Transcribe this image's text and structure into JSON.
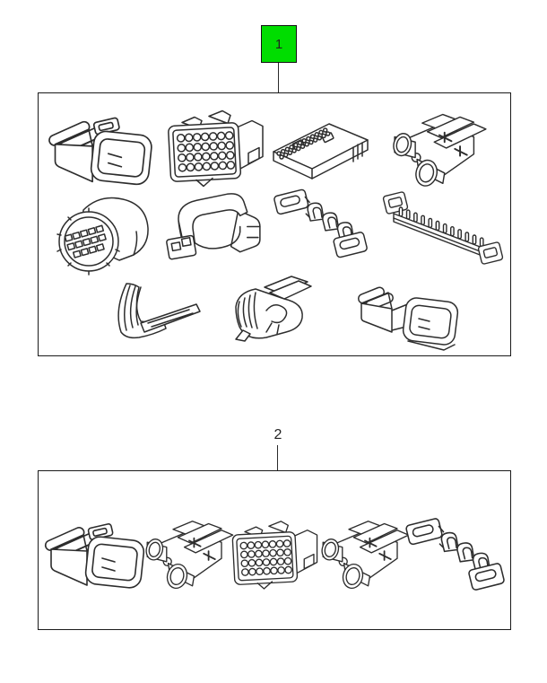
{
  "callouts": [
    {
      "label": "1",
      "style": "boxed-highlighted",
      "box_color": "#00dd00"
    },
    {
      "label": "2",
      "style": "plain"
    }
  ],
  "groups": [
    {
      "name": "parts-group-1",
      "items": [
        {
          "name": "connector-3way-plug"
        },
        {
          "name": "connector-24way-block"
        },
        {
          "name": "connector-26way-header"
        },
        {
          "name": "connector-twin-barrel"
        },
        {
          "name": "connector-round-multipin"
        },
        {
          "name": "connector-2way-hooded"
        },
        {
          "name": "terminal-lock-clip"
        },
        {
          "name": "terminal-strip"
        },
        {
          "name": "strain-relief-shell"
        },
        {
          "name": "wire-clamp-cover"
        },
        {
          "name": "connector-2way-male"
        }
      ]
    },
    {
      "name": "parts-group-2",
      "items": [
        {
          "name": "connector-3way-plug"
        },
        {
          "name": "connector-twin-barrel"
        },
        {
          "name": "connector-24way-block"
        },
        {
          "name": "connector-twin-barrel"
        },
        {
          "name": "terminal-lock-clip"
        }
      ]
    }
  ],
  "colors": {
    "callout_green": "#00dd00",
    "line_art": "#2d2d2d",
    "box_border": "#1a1a1a",
    "background": "#ffffff"
  }
}
